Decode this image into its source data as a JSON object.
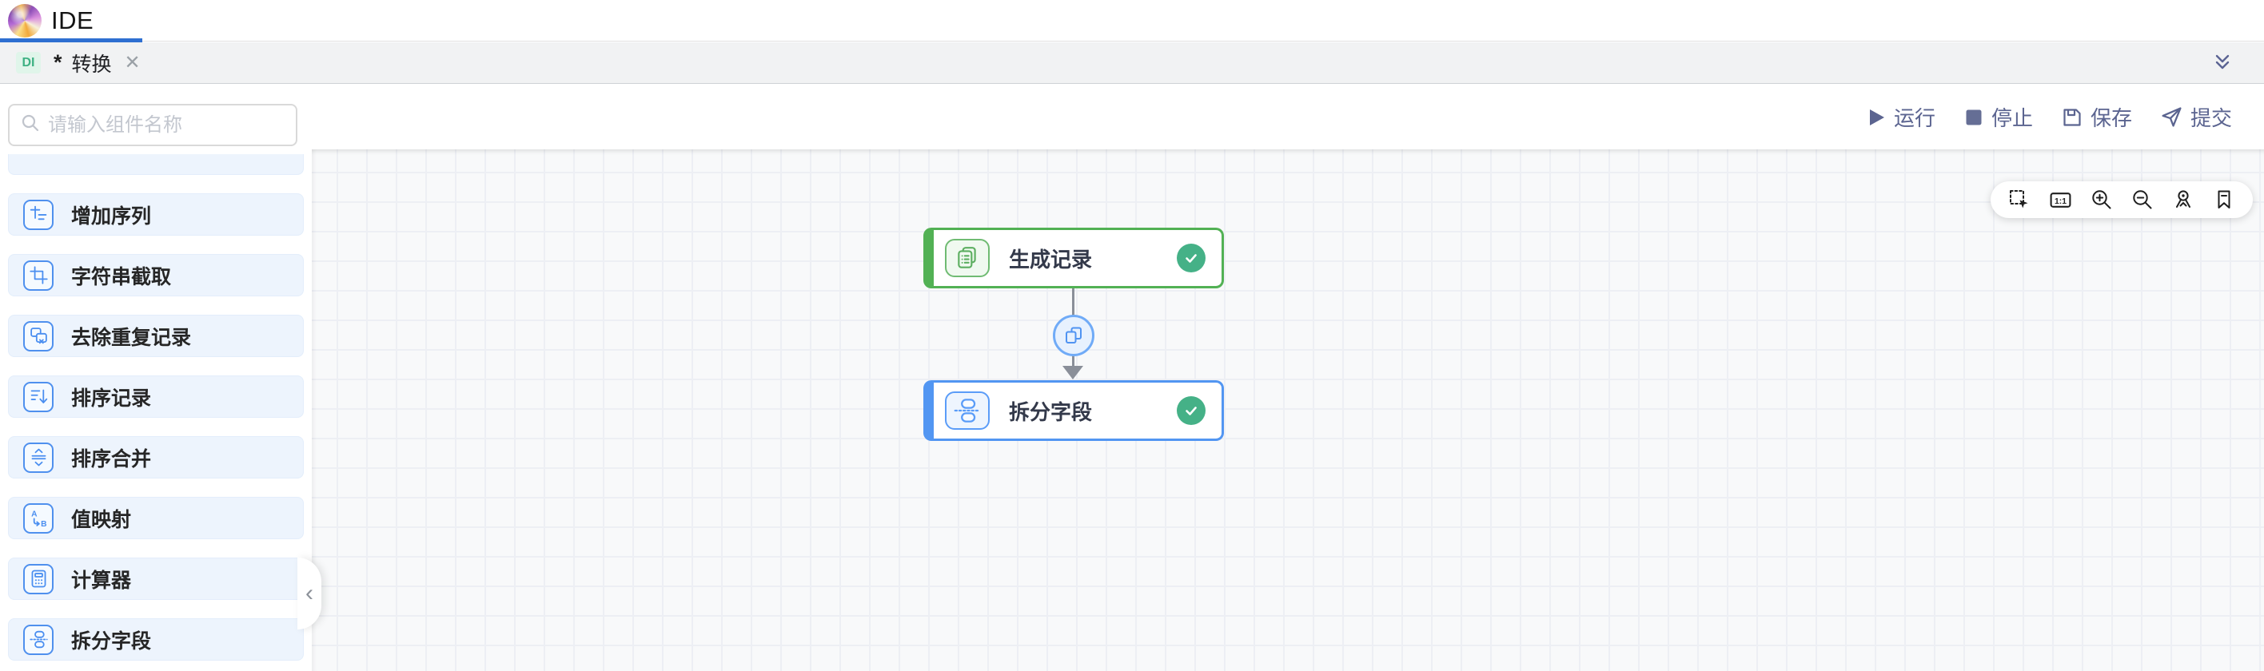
{
  "header": {
    "app_title": "IDE"
  },
  "tab_bar": {
    "badge": "DI",
    "dirty_marker": "*",
    "title": "转换",
    "close_glyph": "✕"
  },
  "actions": {
    "run": "运行",
    "stop": "停止",
    "save": "保存",
    "submit": "提交"
  },
  "sidebar": {
    "search_placeholder": "请输入组件名称",
    "collapse_glyph": "‹",
    "items": [
      {
        "label": "增加序列",
        "icon": "add-sequence-icon"
      },
      {
        "label": "字符串截取",
        "icon": "substring-icon"
      },
      {
        "label": "去除重复记录",
        "icon": "dedupe-records-icon"
      },
      {
        "label": "排序记录",
        "icon": "sort-records-icon"
      },
      {
        "label": "排序合并",
        "icon": "sort-merge-icon"
      },
      {
        "label": "值映射",
        "icon": "value-map-icon"
      },
      {
        "label": "计算器",
        "icon": "calculator-icon"
      },
      {
        "label": "拆分字段",
        "icon": "split-fields-icon"
      }
    ]
  },
  "canvas": {
    "actual_size_label": "1:1",
    "toolbar_icons": [
      "marquee-select",
      "actual-size",
      "zoom-in",
      "zoom-out",
      "locate",
      "bookmark"
    ],
    "nodes": [
      {
        "label": "生成记录",
        "status": "success",
        "accent": "#52b154"
      },
      {
        "label": "拆分字段",
        "status": "success",
        "accent": "#5296f2"
      }
    ],
    "edge": {
      "from": "生成记录",
      "to": "拆分字段",
      "type": "copy-distribute"
    }
  },
  "colors": {
    "active_tab_indicator": "#2e6fd1",
    "success_badge": "#45b187",
    "action_text": "#5b6490",
    "sidebar_item_bg": "#edf4fd",
    "sidebar_icon_blue": "#4a8ef0",
    "edge_gray": "#8a8f99"
  }
}
